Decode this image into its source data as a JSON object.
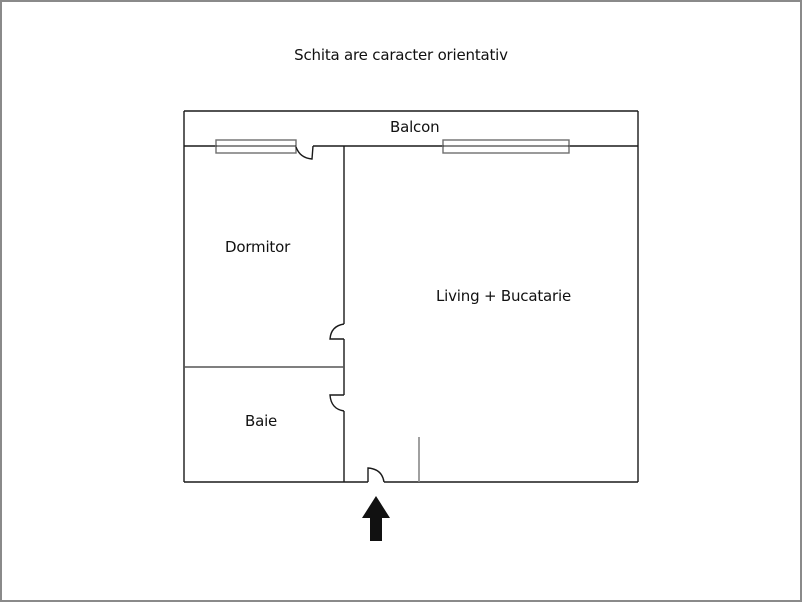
{
  "title": "Schita are caracter orientativ",
  "rooms": {
    "balcony": "Balcon",
    "bedroom": "Dormitor",
    "living_kitchen": "Living + Bucatarie",
    "bathroom": "Baie"
  },
  "markers": {
    "entrance_arrow": "arrow-up-icon"
  },
  "colors": {
    "wall": "#1a1a1a",
    "window": "#6e6e6e",
    "frame": "#8a8a8a",
    "arrow": "#111111"
  }
}
